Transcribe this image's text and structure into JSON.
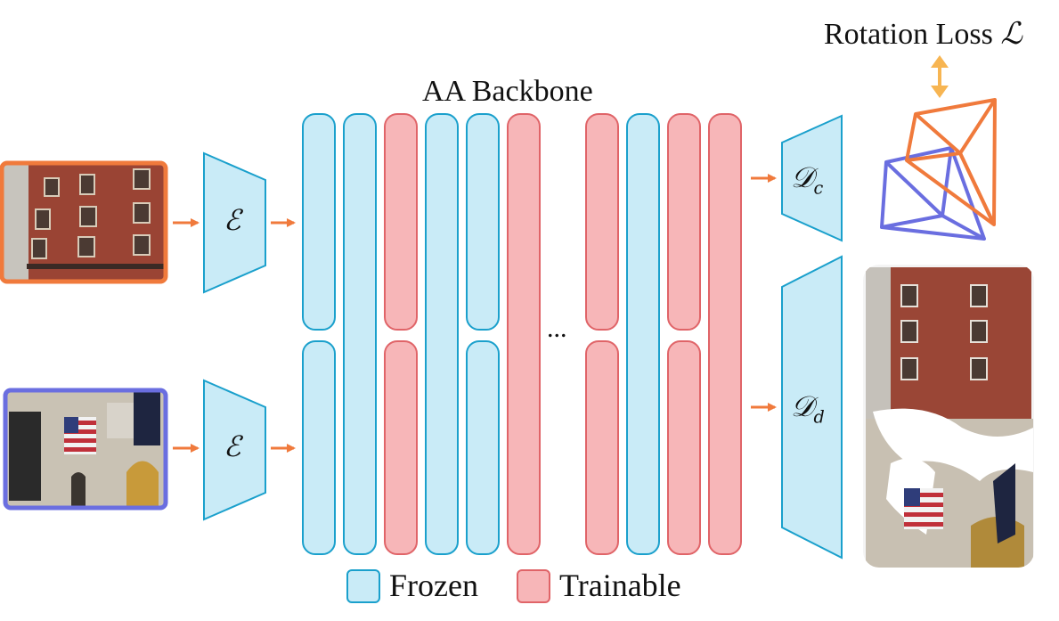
{
  "title": "AA Backbone",
  "loss_label": "Rotation Loss",
  "loss_symbol": "ℒ",
  "encoder_symbol": "ℰ",
  "decoder_camera": {
    "symbol": "𝒟",
    "subscript": "c"
  },
  "decoder_depth": {
    "symbol": "𝒟",
    "subscript": "d"
  },
  "ellipsis": "...",
  "legend": [
    {
      "label": "Frozen",
      "color": "#c9ebf7",
      "stroke": "#1aa0cc"
    },
    {
      "label": "Trainable",
      "color": "#f7b6b8",
      "stroke": "#e06468"
    }
  ],
  "colors": {
    "arrow": "#f07a3c",
    "loss_arrow": "#f7b552",
    "camera_1": "#f07a3c",
    "camera_2": "#6a6ee0",
    "frame_1": "#f07a3c",
    "frame_2": "#6a6ee0",
    "frozen_fill": "#c9ebf7",
    "frozen_stroke": "#1aa0cc",
    "trainable_fill": "#f7b6b8",
    "trainable_stroke": "#e06468"
  },
  "backbone_columns": [
    {
      "type": "frozen",
      "split": true
    },
    {
      "type": "frozen",
      "split": false
    },
    {
      "type": "trainable",
      "split": true
    },
    {
      "type": "frozen",
      "split": false
    },
    {
      "type": "frozen",
      "split": true
    },
    {
      "type": "trainable",
      "split": false
    },
    {
      "type": "trainable",
      "split": true
    },
    {
      "type": "frozen",
      "split": false
    },
    {
      "type": "trainable",
      "split": true
    },
    {
      "type": "trainable",
      "split": false
    }
  ]
}
